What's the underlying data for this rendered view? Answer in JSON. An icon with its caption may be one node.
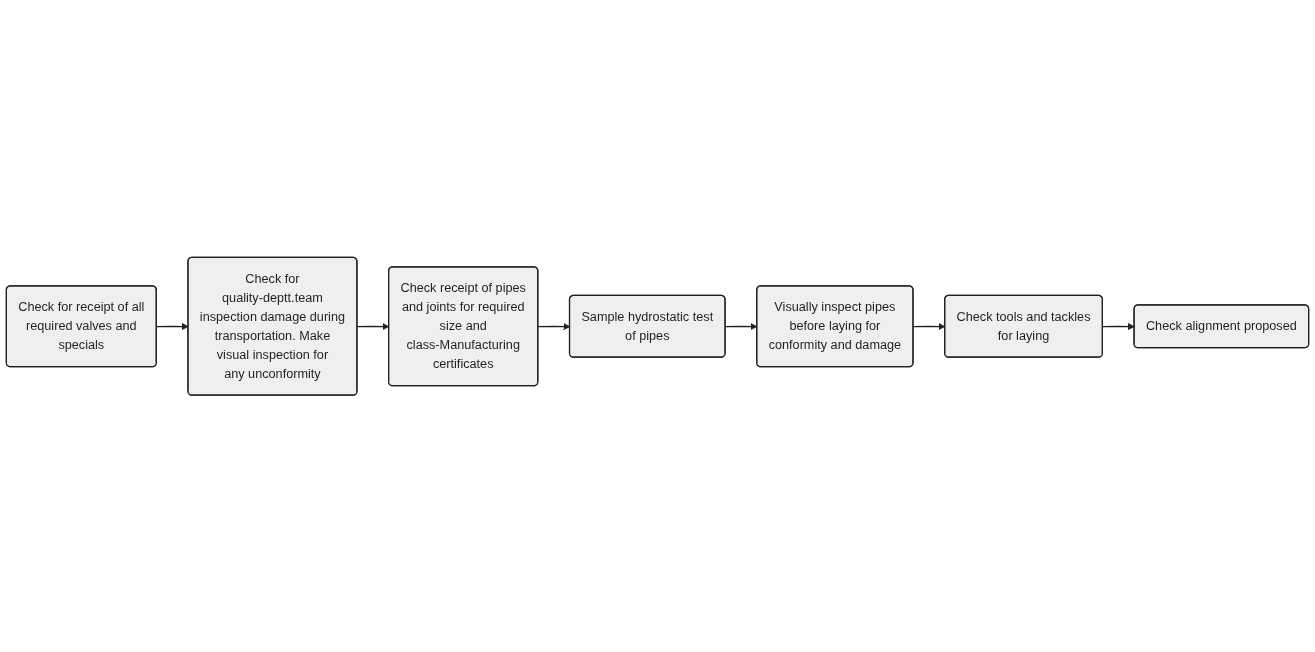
{
  "diagram": {
    "nodes": [
      {
        "text": [
          "Check for receipt of all required valves and specials"
        ]
      },
      {
        "text": [
          "Check for quality-deptt.team inspection damage during transportation. Make visual inspection for any unconformity"
        ]
      },
      {
        "text": [
          "Check receipt of pipes and joints for required size and class-Manufacturing certificates"
        ]
      },
      {
        "text": [
          "Sample hydrostatic test of pipes"
        ]
      },
      {
        "text": [
          "Visually inspect pipes before laying for conformity and damage"
        ]
      },
      {
        "text": [
          "Check tools and tackles for laying"
        ]
      },
      {
        "text": [
          "Check alignment proposed"
        ]
      }
    ],
    "edges": [
      {
        "from": 0,
        "to": 1,
        "arrow": "to"
      },
      {
        "from": 1,
        "to": 2,
        "arrow": "to"
      },
      {
        "from": 2,
        "to": 3,
        "arrow": "to"
      },
      {
        "from": 3,
        "to": 4,
        "arrow": "to"
      },
      {
        "from": 4,
        "to": 5,
        "arrow": "to"
      },
      {
        "from": 5,
        "to": 6,
        "arrow": "to"
      }
    ]
  }
}
